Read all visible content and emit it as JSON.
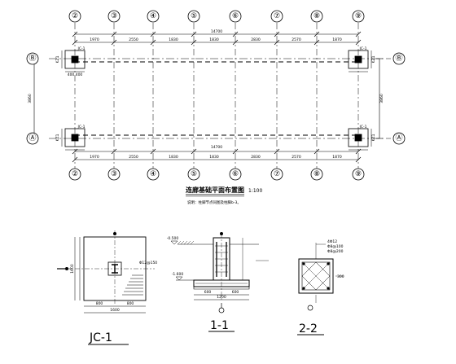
{
  "plan": {
    "title": "连廊基础平面布置图",
    "scale": "1:100",
    "note": "说明：柱脚节点同图及柱脚b-3。",
    "overall_dimension": "14700",
    "grid_columns": [
      "②",
      "③",
      "④",
      "⑤",
      "⑥",
      "⑦",
      "⑧",
      "⑨"
    ],
    "grid_rows": [
      "Ⓑ",
      "Ⓐ"
    ],
    "top_spans": [
      "1970",
      "2550",
      "1830",
      "1830",
      "2830",
      "2570",
      "1870"
    ],
    "bottom_spans": [
      "1970",
      "2550",
      "1830",
      "1830",
      "2830",
      "2570",
      "1870"
    ],
    "vertical_span": "3860",
    "footing_tags": [
      "JC-1",
      "JC-1",
      "JC-1",
      "JC-1"
    ],
    "column_tags": [
      "KZ1",
      "KZ1",
      "KZ1",
      "KZ1"
    ],
    "footing_dims": [
      "400",
      "400"
    ]
  },
  "details": {
    "jc1": {
      "label": "JC-1",
      "dims_bottom": [
        "800",
        "800"
      ],
      "total_width": "1600",
      "side_dim": "1600",
      "rebar": "Φ12@150"
    },
    "section_1_1": {
      "label": "1-1",
      "levels": [
        "-0.500",
        "-1.600"
      ],
      "dims_bottom": [
        "600",
        "600"
      ],
      "total_width": "1200"
    },
    "section_2_2": {
      "label": "2-2",
      "notes": [
        "4Φ12",
        "Φ8@100",
        "Φ8@200"
      ],
      "width": "300"
    }
  },
  "colors": {
    "line": "#000000",
    "background": "#ffffff"
  }
}
